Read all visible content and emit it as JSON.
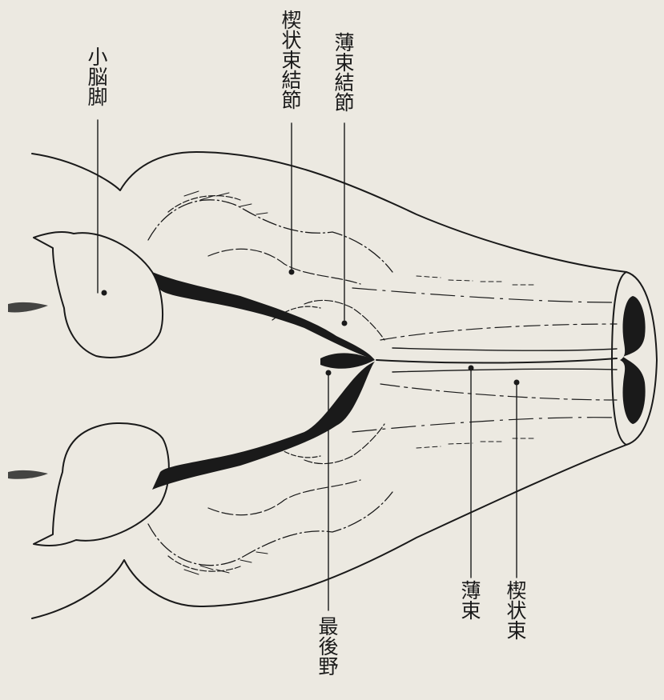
{
  "labels": {
    "cerebellar_peduncle": "小脳脚",
    "cuneate_tubercle": "楔状束結節",
    "gracile_tubercle": "薄束結節",
    "area_postrema": "最後野",
    "fasciculus_gracilis": "薄束",
    "fasciculus_cuneatus": "楔状束"
  },
  "colors": {
    "background": "#ece9e1",
    "ink": "#1a1a1a"
  }
}
